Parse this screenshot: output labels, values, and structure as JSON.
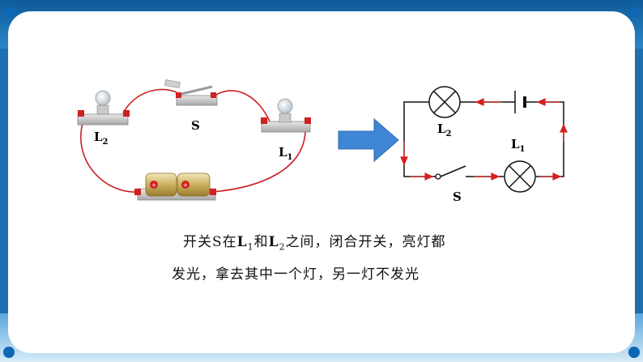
{
  "photo_labels": {
    "l2": "L",
    "l2_sub": "2",
    "s": "S",
    "l1": "L",
    "l1_sub": "1"
  },
  "schematic_labels": {
    "l2": "L",
    "l2_sub": "2",
    "l1": "L",
    "l1_sub": "1",
    "s": "S"
  },
  "caption": {
    "line1_a": "开关S在",
    "line1_l1": "L",
    "line1_l1_sub": "1",
    "line1_b": "和",
    "line1_l2": "L",
    "line1_l2_sub": "2",
    "line1_c": "之间，闭合开关，亮灯都",
    "line2": "发光，拿去其中一个灯，另一灯不发光"
  },
  "colors": {
    "wire_red": "#cc2020",
    "arrow_blue": "#3f86d4",
    "frame_blue": "#1d6fb0"
  }
}
